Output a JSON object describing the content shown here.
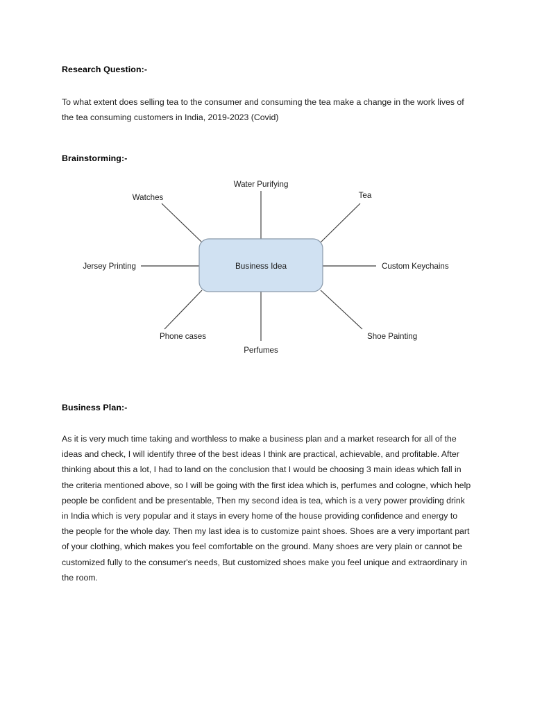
{
  "document": {
    "sections": [
      {
        "heading": "Research Question:-",
        "body": "To what extent does selling tea to the consumer and consuming the tea make a change in the work lives of the tea consuming customers in India, 2019-2023 (Covid)"
      },
      {
        "heading": "Brainstorming:-"
      },
      {
        "heading": "Business Plan:-",
        "body": "As it is very much time taking and worthless to make a business plan and a market research for all of the ideas and check, I will identify three of the best ideas I think are practical, achievable, and profitable. After thinking about this a lot, I had to land on the conclusion that I would be choosing 3 main ideas which fall in the criteria mentioned above, so I will be going with the first idea which is, perfumes and cologne, which help people be confident and be presentable, Then my second idea is tea, which is a very power providing drink in India which is very popular and it stays in every home of the house providing confidence and energy to the people for the whole day. Then my last idea is to customize paint shoes. Shoes are a very important part of your clothing, which makes you feel comfortable on the ground. Many shoes are very plain or cannot be customized fully to the consumer's needs, But customized shoes make you feel unique and extraordinary in the room."
      }
    ]
  },
  "mindmap": {
    "center_label": "Business Idea",
    "center_fill": "#d0e1f2",
    "center_stroke": "#8a9aab",
    "line_color": "#3b3b3b",
    "branches": [
      {
        "label": "Water Purifying",
        "position": "top"
      },
      {
        "label": "Tea",
        "position": "top-right"
      },
      {
        "label": "Custom Keychains",
        "position": "right"
      },
      {
        "label": "Shoe Painting",
        "position": "bottom-right"
      },
      {
        "label": "Perfumes",
        "position": "bottom"
      },
      {
        "label": "Phone cases",
        "position": "bottom-left"
      },
      {
        "label": "Jersey Printing",
        "position": "left"
      },
      {
        "label": "Watches",
        "position": "top-left"
      }
    ]
  }
}
